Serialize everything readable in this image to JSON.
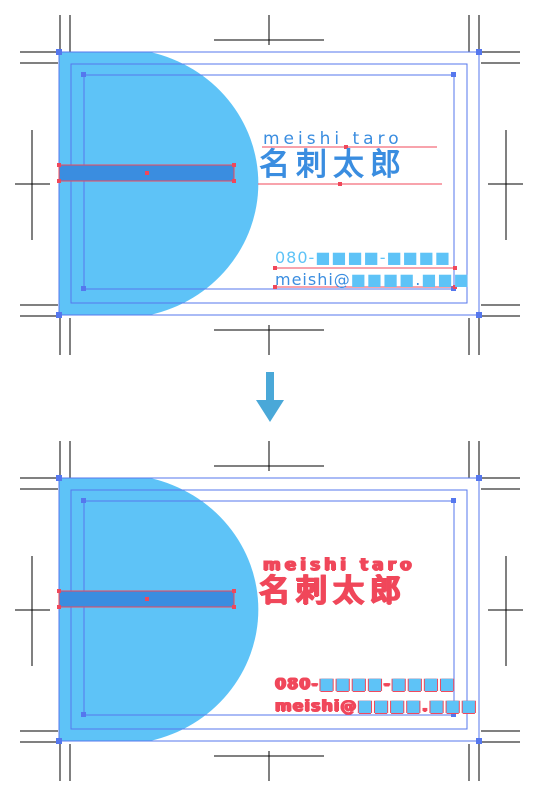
{
  "card": {
    "name_romaji": "meishi taro",
    "name_kanji": "名刺太郎",
    "phone": "080-",
    "phone_mask_1": "■■■■",
    "phone_sep": "-",
    "phone_mask_2": "■■■■",
    "email_prefix": "meishi@",
    "email_mask_1": "■■■■",
    "email_dot": ".",
    "email_mask_2": "■■■"
  },
  "colors": {
    "accent_blue": "#5ec3f7",
    "bar_blue": "#3a8de0",
    "guide_blue": "#5577ee",
    "outline_red": "#f0475a",
    "arrow": "#4aa8d8"
  },
  "states": [
    "before-outline",
    "after-outline"
  ],
  "icons": {
    "transition": "down-arrow-icon"
  }
}
